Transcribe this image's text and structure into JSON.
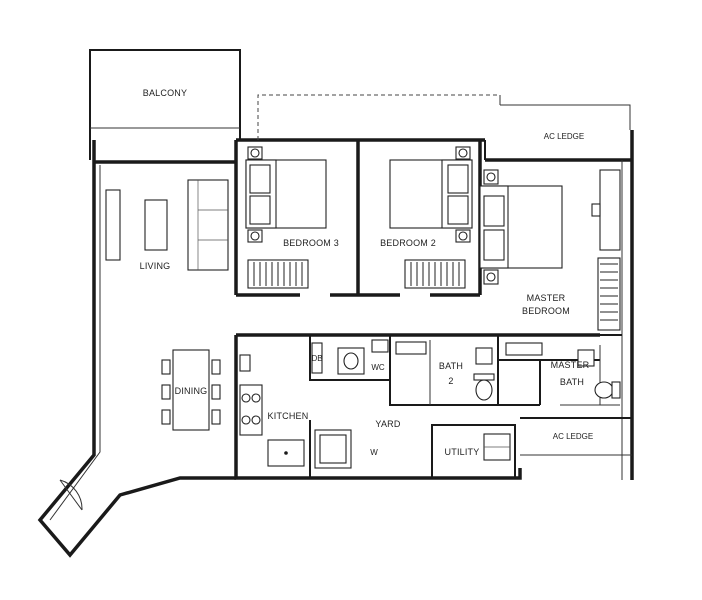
{
  "rooms": {
    "balcony": "BALCONY",
    "living": "LIVING",
    "dining": "DINING",
    "bedroom3": "BEDROOM 3",
    "bedroom2": "BEDROOM 2",
    "master_bedroom_line1": "MASTER",
    "master_bedroom_line2": "BEDROOM",
    "kitchen": "KITCHEN",
    "yard": "YARD",
    "bath2_line1": "BATH",
    "bath2_line2": "2",
    "master_bath_line1": "MASTER",
    "master_bath_line2": "BATH",
    "utility": "UTILITY",
    "ac_ledge_top": "AC LEDGE",
    "ac_ledge_bottom": "AC LEDGE",
    "wc": "WC",
    "db": "DB",
    "w": "W"
  }
}
